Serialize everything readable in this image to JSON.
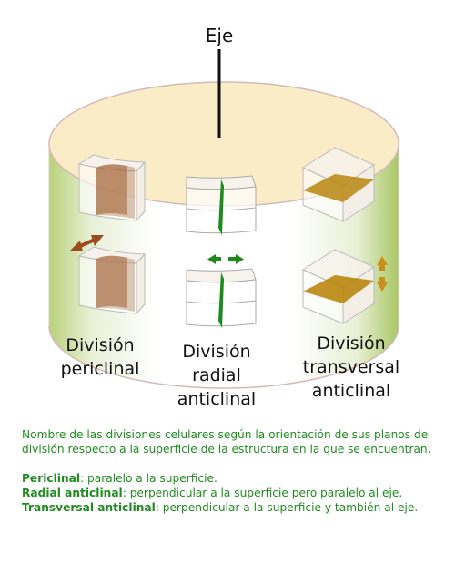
{
  "axis_label": "Eje",
  "labels": {
    "periclinal": [
      "División",
      "periclinal"
    ],
    "radial": [
      "División",
      "radial",
      "anticlinal"
    ],
    "transversal": [
      "División",
      "transversal",
      "anticlinal"
    ]
  },
  "caption": {
    "intro": "Nombre de las divisiones celulares según la orientación de sus planos de división respecto a la superficie de la estructura en la que se encuentran.",
    "definitions": [
      {
        "term": "Periclinal",
        "text": ": paralelo a la superficie."
      },
      {
        "term": "Radial anticlinal",
        "text": ": perpendicular a la superficie pero paralelo al eje."
      },
      {
        "term": "Transversal anticlinal",
        "text": ": perpendicular a la superficie y también al eje."
      }
    ]
  },
  "colors": {
    "top_face": "#fbecc8",
    "side_green": "#b7cf7a",
    "periclinal_plane": "#9a4c1c",
    "radial_plane": "#1e8a1e",
    "transversal_plane": "#b9860f",
    "caption_text": "#1f8c1f"
  }
}
